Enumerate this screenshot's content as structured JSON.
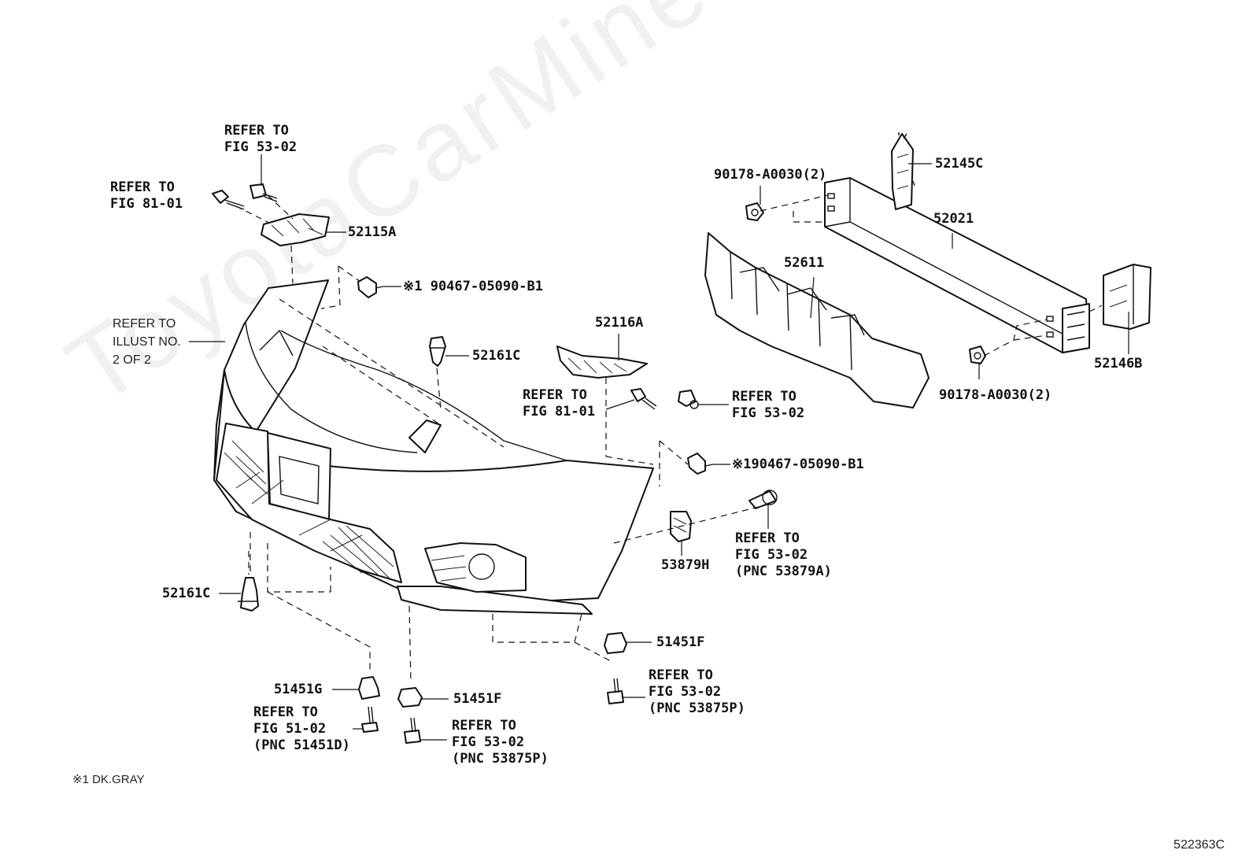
{
  "diagram": {
    "watermark": "ToyotaCarMine.ru",
    "figure_id": "522363C",
    "footnote": "※1 DK.GRAY",
    "labels": {
      "refer_fig5302_top": "REFER TO\nFIG 53-02",
      "refer_fig8101_left": "REFER TO\nFIG 81-01",
      "p52115A": "52115A",
      "clip_top": "※1 90467-05090-B1",
      "refer_illust": "REFER TO\nILLUST NO.\n2 OF 2",
      "p52161C_top": "52161C",
      "p52116A": "52116A",
      "refer_fig8101_mid": "REFER TO\nFIG 81-01",
      "refer_fig5302_mid": "REFER TO\nFIG 53-02",
      "clip_mid": "※190467-05090-B1",
      "p90178_top": "90178-A0030(2)",
      "p52145C": "52145C",
      "p52021": "52021",
      "p52611": "52611",
      "p52146B": "52146B",
      "p90178_bottom": "90178-A0030(2)",
      "p53879H": "53879H",
      "refer_pnc53879A": "REFER TO\nFIG 53-02\n(PNC 53879A)",
      "p52161C_bottom": "52161C",
      "p51451F_right": "51451F",
      "refer_pnc53875P_right": "REFER TO\nFIG 53-02\n(PNC 53875P)",
      "p51451G": "51451G",
      "p51451F_mid": "51451F",
      "refer_pnc51451D": "REFER TO\nFIG 51-02\n(PNC 51451D)",
      "refer_pnc53875P_mid": "REFER TO\nFIG 53-02\n(PNC 53875P)"
    }
  }
}
